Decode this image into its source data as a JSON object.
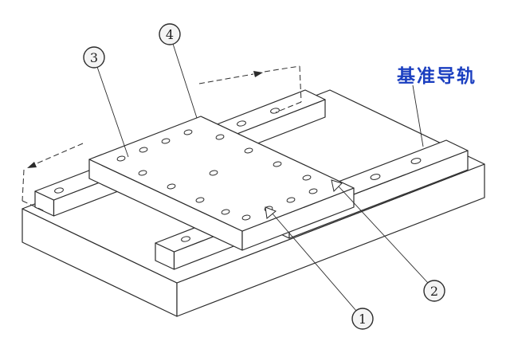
{
  "diagram": {
    "background": "#ffffff",
    "line_color": "#2b2b2b",
    "datum_label": {
      "text": "基准导轨",
      "color": "#1b3fc0"
    },
    "callouts": {
      "c1": "1",
      "c2": "2",
      "c3": "3",
      "c4": "4"
    }
  }
}
